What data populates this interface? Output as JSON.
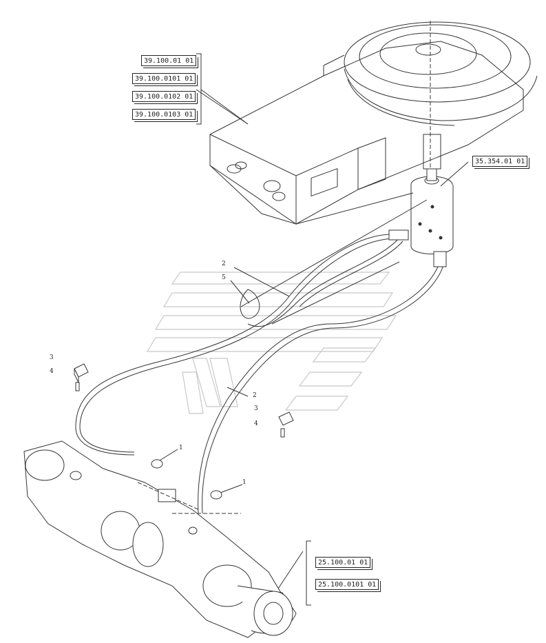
{
  "reference_groups": {
    "frame_refs": [
      "39.100.01 01",
      "39.100.0101 01",
      "39.100.0102 01",
      "39.100.0103 01"
    ],
    "swivel_ref": "35.354.01 01",
    "axle_refs": [
      "25.100.01 01",
      "25.100.0101 01"
    ]
  },
  "callouts": {
    "c1a": "1",
    "c1b": "1",
    "c2a": "2",
    "c2b": "2",
    "c3a": "3",
    "c3b": "3",
    "c4a": "4",
    "c4b": "4",
    "c5": "5"
  }
}
